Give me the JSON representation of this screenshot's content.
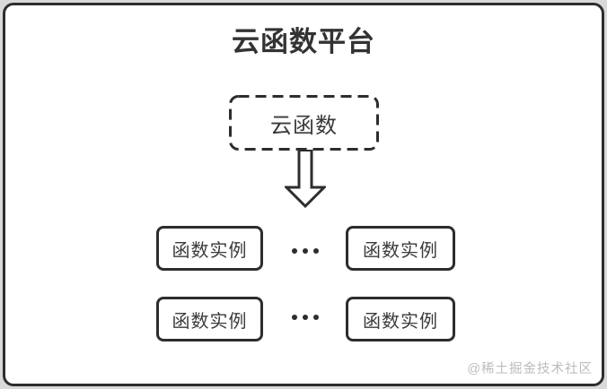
{
  "diagram": {
    "title": "云函数平台",
    "cloud_function": {
      "label": "云函数",
      "border_style": "dashed"
    },
    "instances": [
      {
        "label": "函数实例",
        "row": 1,
        "col": 1
      },
      {
        "label": "函数实例",
        "row": 1,
        "col": 2
      },
      {
        "label": "函数实例",
        "row": 2,
        "col": 1
      },
      {
        "label": "函数实例",
        "row": 2,
        "col": 2
      }
    ],
    "icons": {
      "down_arrow": "hollow-block-down-arrow",
      "ellipsis": "three-horizontal-dots"
    },
    "watermark": "@稀土掘金技术社区",
    "colors": {
      "border": "#2d2d2d",
      "text": "#3a3a3a",
      "title_text": "#333333",
      "watermark_text": "#bcbcbc",
      "card_background": "#ffffff",
      "page_background": "#d9d9d9"
    }
  }
}
